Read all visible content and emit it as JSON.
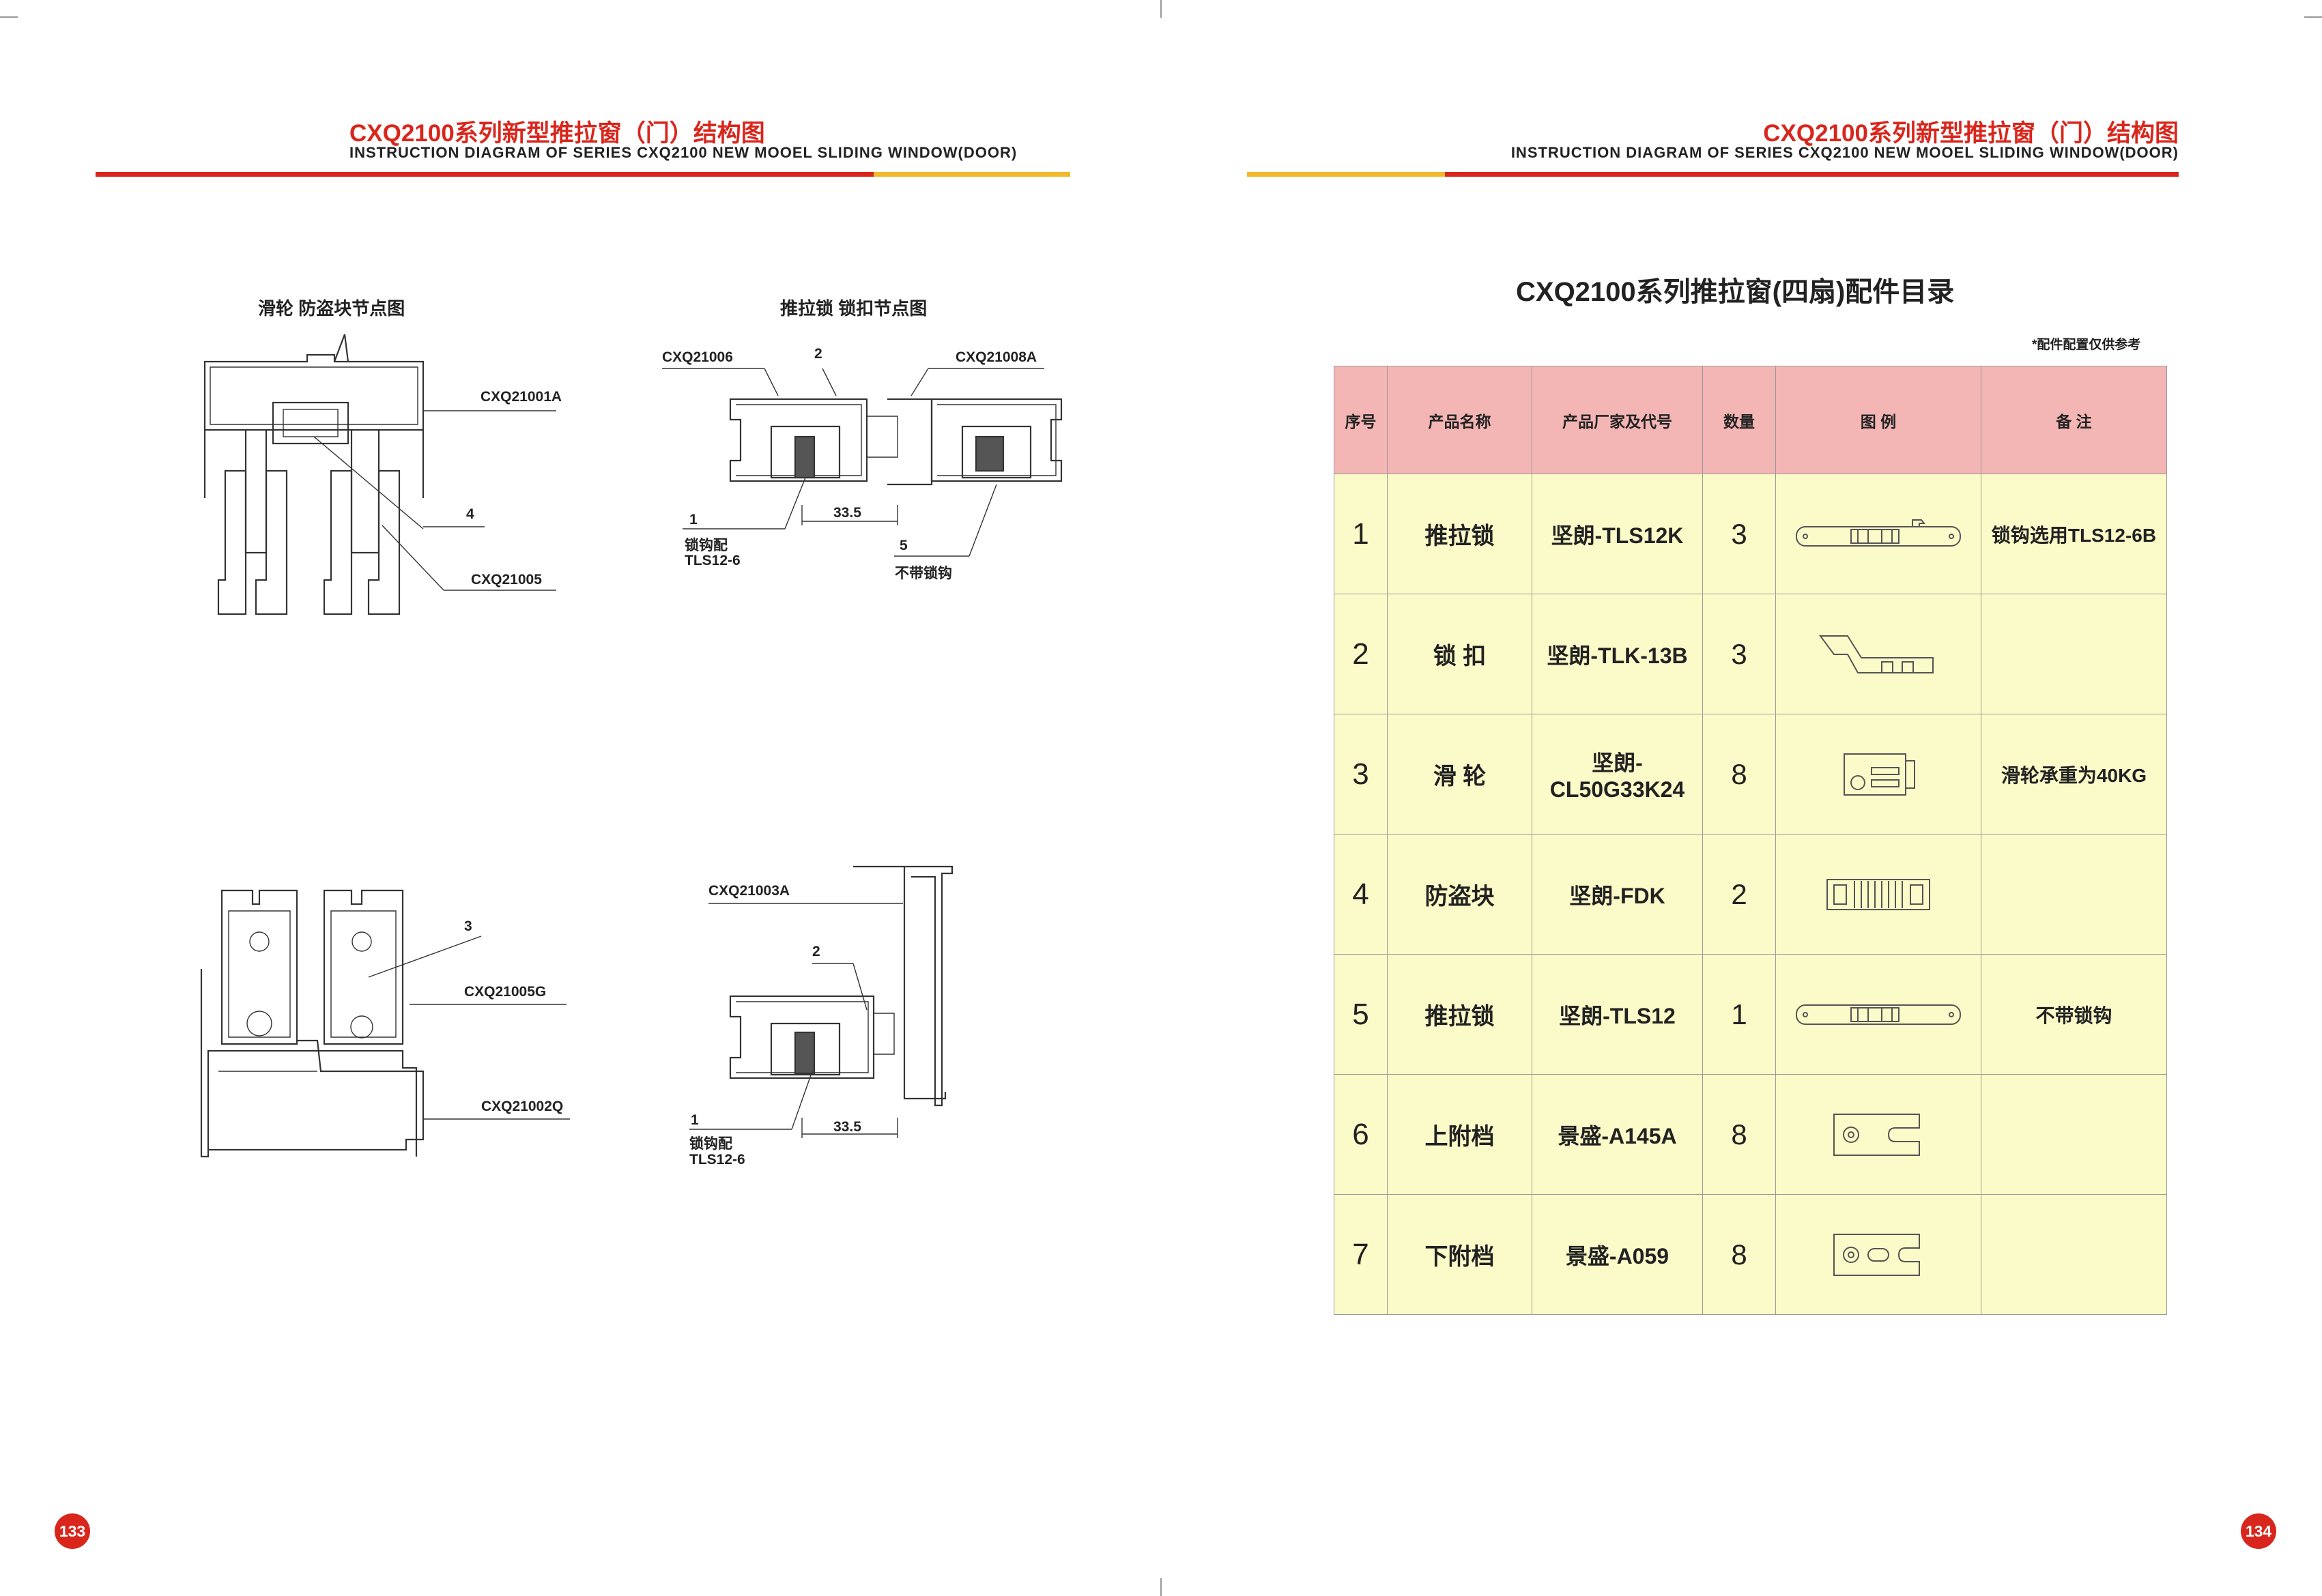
{
  "header": {
    "title": "CXQ2100系列新型推拉窗（门）结构图",
    "subtitle": "INSTRUCTION DIAGRAM OF SERIES CXQ2100 NEW MOOEL SLIDING WINDOW(DOOR)"
  },
  "left_page": {
    "page_number": "133",
    "diagram1": {
      "title": "滑轮 防盗块节点图",
      "labels": [
        "CXQ21001A",
        "4",
        "CXQ21005"
      ]
    },
    "diagram2": {
      "title": "推拉锁 锁扣节点图",
      "labels": [
        "CXQ21006",
        "2",
        "CXQ21008A",
        "33.5",
        "1",
        "锁钩配",
        "TLS12-6",
        "5",
        "不带锁钩"
      ]
    },
    "diagram3": {
      "labels": [
        "3",
        "CXQ21005G",
        "CXQ21002Q"
      ]
    },
    "diagram4": {
      "labels": [
        "CXQ21003A",
        "2",
        "33.5",
        "1",
        "锁钩配",
        "TLS12-6"
      ]
    }
  },
  "right_page": {
    "page_number": "134",
    "list_title": "CXQ2100系列推拉窗(四扇)配件目录",
    "note": "*配件配置仅供参考",
    "table": {
      "headers": [
        "序号",
        "产品名称",
        "产品厂家及代号",
        "数量",
        "图 例",
        "备 注"
      ],
      "rows": [
        {
          "no": "1",
          "name": "推拉锁",
          "code": "坚朗-TLS12K",
          "qty": "3",
          "icon": "sliding-lock-icon",
          "remark": "锁钩选用TLS12-6B"
        },
        {
          "no": "2",
          "name": "锁 扣",
          "code": "坚朗-TLK-13B",
          "qty": "3",
          "icon": "lock-catch-icon",
          "remark": ""
        },
        {
          "no": "3",
          "name": "滑 轮",
          "code": "坚朗-CL50G33K24",
          "qty": "8",
          "icon": "pulley-icon",
          "remark": "滑轮承重为40KG"
        },
        {
          "no": "4",
          "name": "防盗块",
          "code": "坚朗-FDK",
          "qty": "2",
          "icon": "anti-theft-block-icon",
          "remark": ""
        },
        {
          "no": "5",
          "name": "推拉锁",
          "code": "坚朗-TLS12",
          "qty": "1",
          "icon": "sliding-lock-icon",
          "remark": "不带锁钩"
        },
        {
          "no": "6",
          "name": "上附档",
          "code": "景盛-A145A",
          "qty": "8",
          "icon": "upper-stop-icon",
          "remark": ""
        },
        {
          "no": "7",
          "name": "下附档",
          "code": "景盛-A059",
          "qty": "8",
          "icon": "lower-stop-icon",
          "remark": ""
        }
      ]
    }
  },
  "colors": {
    "accent_red": "#d9261c",
    "accent_yellow": "#f1b92b",
    "header_pink": "#f4b5b5",
    "row_yellow": "#fbfac9"
  }
}
